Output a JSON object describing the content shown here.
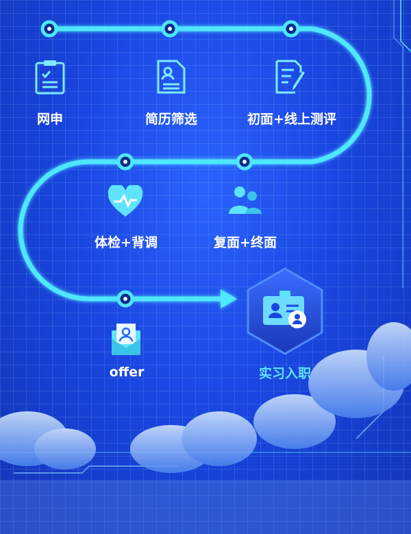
{
  "steps": [
    {
      "label": "网申",
      "icon": "clipboard-check-icon"
    },
    {
      "label": "简历筛选",
      "icon": "resume-document-icon"
    },
    {
      "label": "初面+线上测评",
      "icon": "edit-document-icon"
    },
    {
      "label": "体检+背调",
      "icon": "heart-pulse-icon"
    },
    {
      "label": "复面+终面",
      "icon": "two-people-icon"
    },
    {
      "label": "offer",
      "icon": "offer-envelope-icon"
    },
    {
      "label": "实习入职",
      "icon": "id-badge-icon"
    }
  ],
  "colors": {
    "path": "#4fe6ff",
    "accent": "#5fe3ff",
    "background": "#1a46e0"
  }
}
